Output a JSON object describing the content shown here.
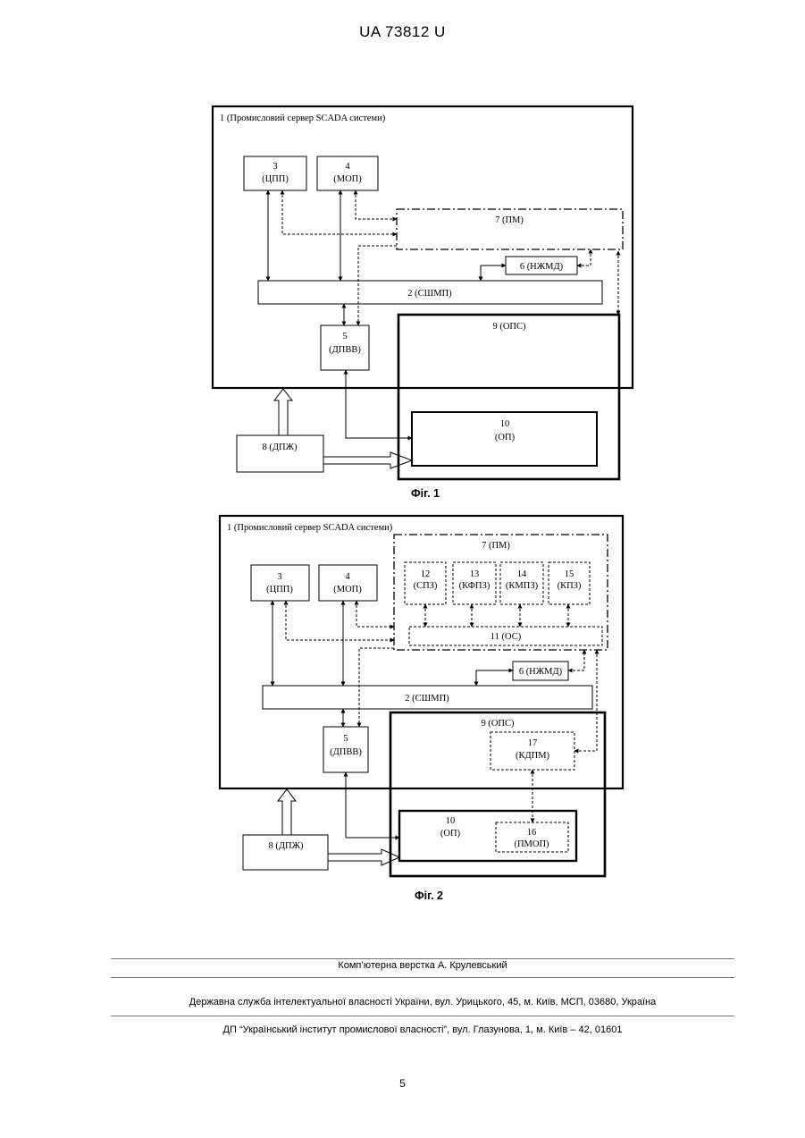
{
  "header": "UA   73812   U",
  "fig1": {
    "server": "1 (Промисловий сервер SCADA системи)",
    "b3_num": "3",
    "b3_abbr": "(ЦПП)",
    "b4_num": "4",
    "b4_abbr": "(МОП)",
    "b7": "7 (ПМ)",
    "b6": "6 (НЖМД)",
    "b2": "2 (СШМП)",
    "b5_num": "5",
    "b5_abbr": "(ДПВВ)",
    "b9": "9 (ОПС)",
    "b10_num": "10",
    "b10_abbr": "(ОП)",
    "b8": "8 (ДПЖ)",
    "caption": "Фіг. 1"
  },
  "fig2": {
    "server": "1 (Промисловий сервер SCADA системи)",
    "b7": "7 (ПМ)",
    "b12_num": "12",
    "b12_abbr": "(СПЗ)",
    "b13_num": "13",
    "b13_abbr": "(КФПЗ)",
    "b14_num": "14",
    "b14_abbr": "(КМПЗ)",
    "b15_num": "15",
    "b15_abbr": "(КПЗ)",
    "b11": "11 (ОС)",
    "b3_num": "3",
    "b3_abbr": "(ЦПП)",
    "b4_num": "4",
    "b4_abbr": "(МОП)",
    "b6": "6 (НЖМД)",
    "b2": "2 (СШМП)",
    "b5_num": "5",
    "b5_abbr": "(ДПВВ)",
    "b9": "9 (ОПС)",
    "b17_num": "17",
    "b17_abbr": "(КДПМ)",
    "b10_num": "10",
    "b10_abbr": "(ОП)",
    "b16_num": "16",
    "b16_abbr": "(ПМОП)",
    "b8": "8 (ДПЖ)",
    "caption": "Фіг. 2"
  },
  "footer": {
    "line1": "Комп’ютерна верстка А. Крулевський",
    "line2": "Державна служба інтелектуальної власності України, вул. Урицького, 45, м. Київ, МСП, 03680, Україна",
    "line3": "ДП “Український інститут промислової власності”, вул. Глазунова, 1, м. Київ – 42, 01601"
  },
  "page_number": "5"
}
